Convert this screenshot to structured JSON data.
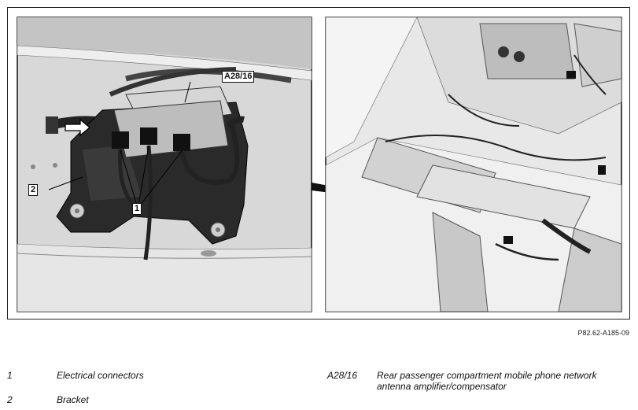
{
  "figure": {
    "code": "P82.62-A185-09",
    "callouts": {
      "module": "A28/16",
      "bracket": "2",
      "connectors": "1"
    }
  },
  "legend": [
    {
      "key": "1",
      "text": "Electrical connectors"
    },
    {
      "key": "2",
      "text": "Bracket"
    },
    {
      "key": "A28/16",
      "text": "Rear passenger compartment mobile phone network antenna amplifier/compensator"
    }
  ]
}
